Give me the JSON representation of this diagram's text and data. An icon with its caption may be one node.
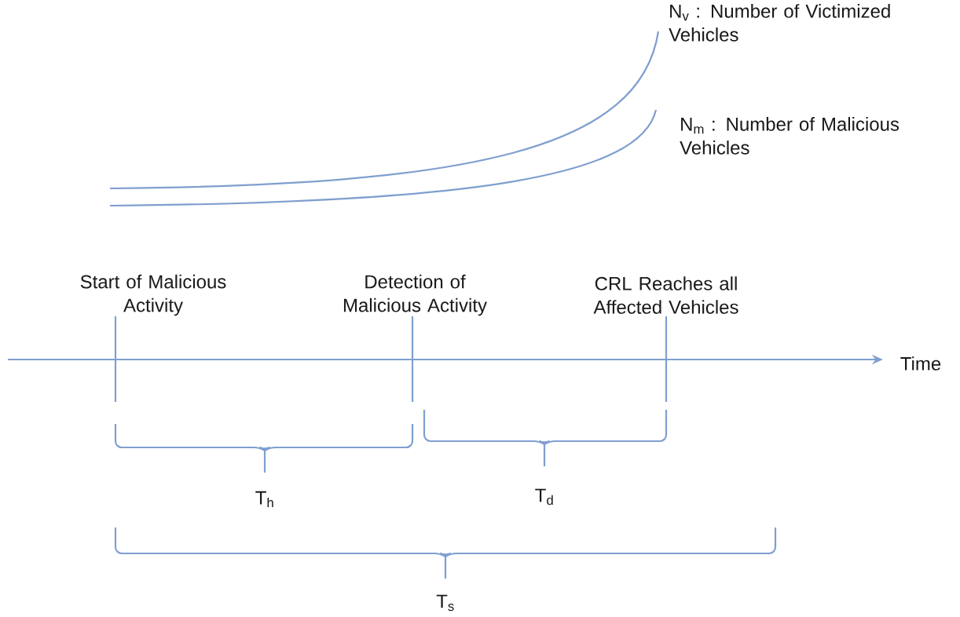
{
  "diagram": {
    "labels": [
      "N$_{v}$ : Number of Victimized Vehicles",
      "N$_{m}$ : Number of Malicious Vehicles",
      "Start of Malicious Activity",
      "Detection of Malicious Activity",
      "CRL Reaches all Affected Vehicles",
      "Time",
      "T$_{h}$",
      "T$_{d}$",
      "T$_{s}$"
    ]
  }
}
